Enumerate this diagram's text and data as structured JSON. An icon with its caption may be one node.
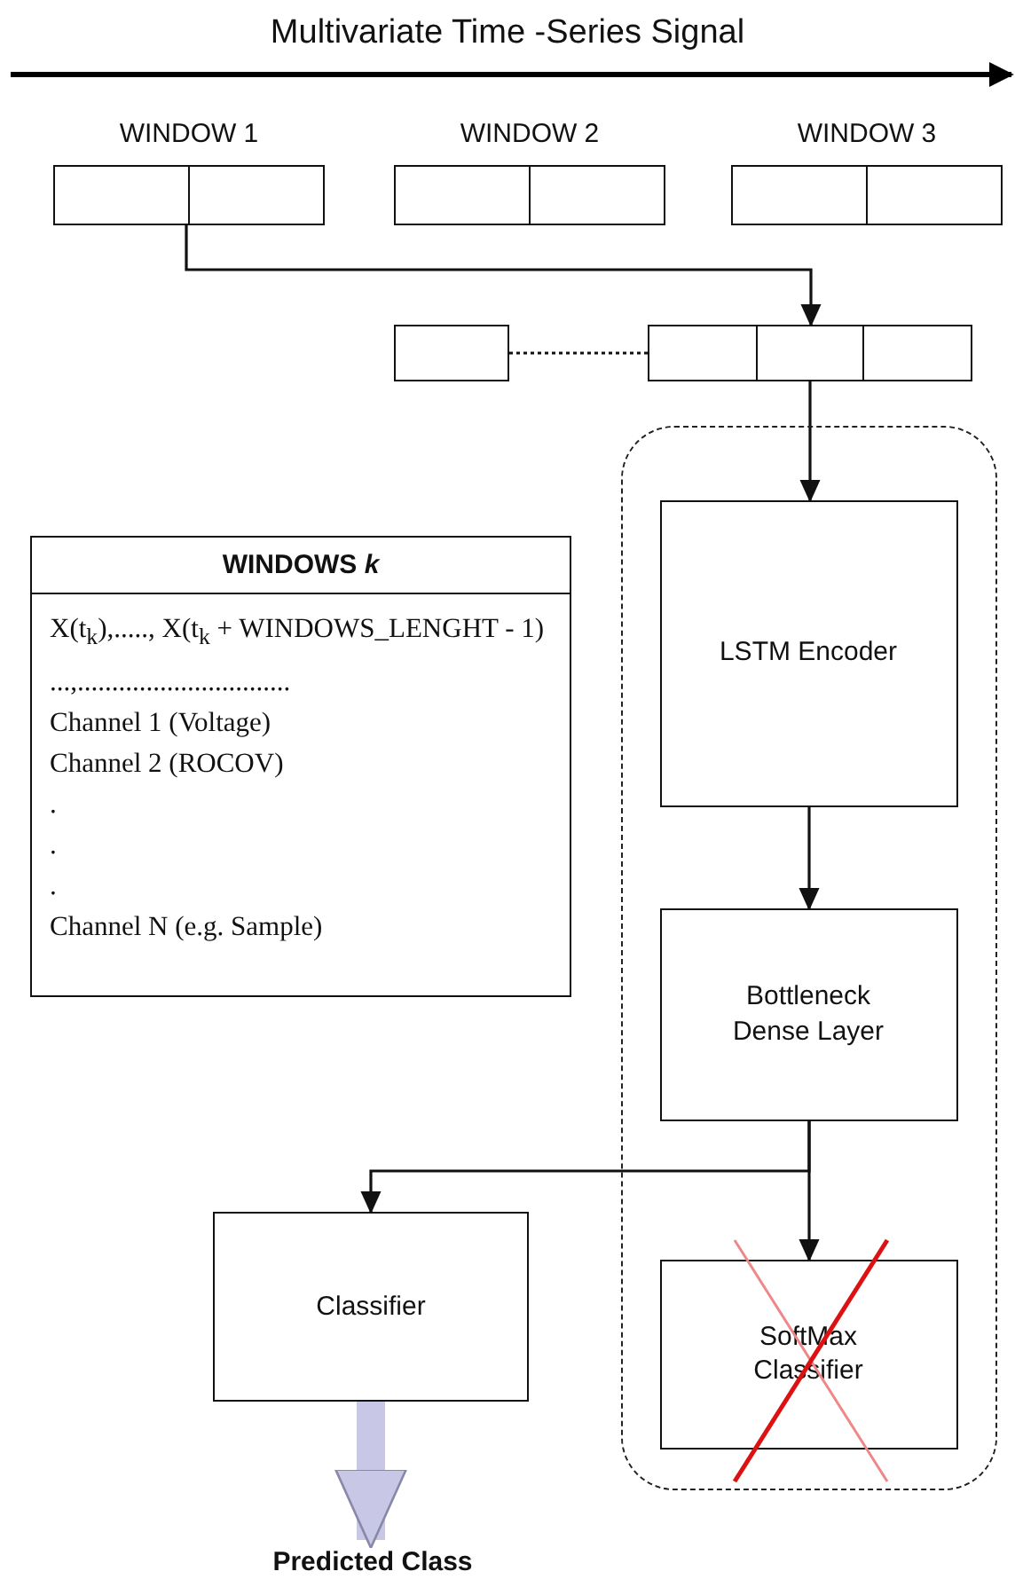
{
  "diagram": {
    "nodes": [
      {
        "text": [
          "WINDOW 1"
        ]
      },
      {
        "text": [
          "WINDOW 2"
        ]
      },
      {
        "text": [
          "WINDOW 3"
        ]
      },
      {
        "text": [],
        "shape": "box"
      },
      {
        "text": [],
        "shape": "box"
      },
      {
        "text": [],
        "shape": "box"
      },
      {
        "text": [
          "LSTM Encoder"
        ],
        "in": 5
      },
      {
        "text": [
          "WINDOWS *k*",
          "X(t$_{k}$),....., X(t$_{k}$ + WINDOWS_LENGHT - 1)",
          "...,...............................",
          "Channel 1 (Voltage)",
          "Channel 2 (ROCOV)",
          ".",
          ".",
          ".",
          "Channel N (e.g. Sample)"
        ]
      },
      {
        "text": [
          "Bottleneck Dense Layer"
        ],
        "in": 5
      },
      {
        "text": [
          "Classifier"
        ]
      },
      {
        "text": [
          "SoftMax Classifier"
        ],
        "in": 5
      },
      {
        "text": [
          "Predicted Class"
        ]
      }
    ],
    "edges": [
      {
        "from": 0,
        "to": 4,
        "arrow": "to"
      },
      {
        "from": 3,
        "to": 4,
        "arrow": "none",
        "style": "dashed"
      },
      {
        "from": 4,
        "to": 6,
        "arrow": "to"
      },
      {
        "from": 6,
        "to": 8,
        "arrow": "to"
      },
      {
        "from": 8,
        "to": 9,
        "arrow": "to"
      },
      {
        "from": 8,
        "to": 10,
        "arrow": "to"
      },
      {
        "from": 9,
        "to": 11,
        "arrow": "to",
        "style": "thick",
        "color": "#c8c8e6"
      }
    ],
    "labels": [
      "Multivariate Time -Series Signal"
    ]
  }
}
